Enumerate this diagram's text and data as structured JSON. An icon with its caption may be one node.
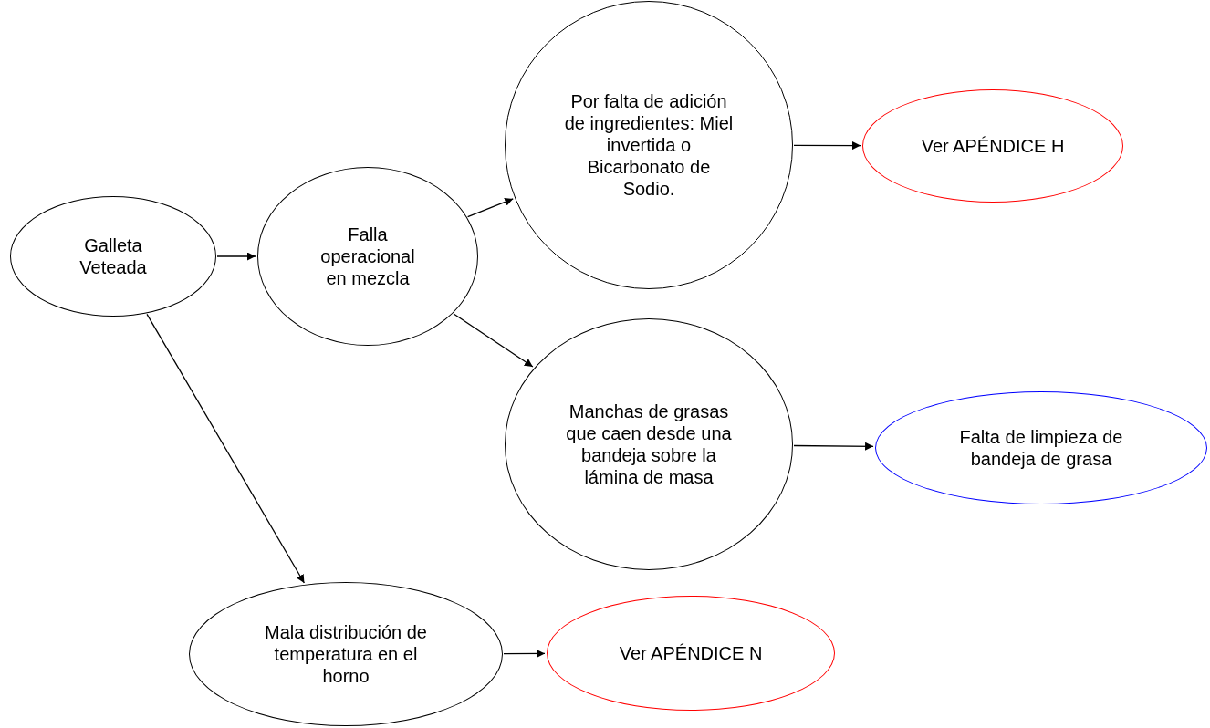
{
  "diagram": {
    "nodes": [
      {
        "text": [
          "Galleta Veteada"
        ]
      },
      {
        "text": [
          "Falla operacional en mezcla"
        ]
      },
      {
        "text": [
          "Por falta de adición de ingredientes: Miel invertida o Bicarbonato de Sodio."
        ]
      },
      {
        "text": [
          "Ver APÉNDICE H"
        ]
      },
      {
        "text": [
          "Manchas de grasas que caen desde una bandeja sobre la lámina de masa"
        ]
      },
      {
        "text": [
          "Falta de limpieza de bandeja de grasa"
        ]
      },
      {
        "text": [
          "Mala distribución de temperatura en el horno"
        ]
      },
      {
        "text": [
          "Ver APÉNDICE N"
        ]
      }
    ],
    "edges": [
      {
        "from": 0,
        "to": 1,
        "arrow": "to"
      },
      {
        "from": 1,
        "to": 2,
        "arrow": "to"
      },
      {
        "from": 2,
        "to": 3,
        "arrow": "to"
      },
      {
        "from": 1,
        "to": 4,
        "arrow": "to"
      },
      {
        "from": 4,
        "to": 5,
        "arrow": "to"
      },
      {
        "from": 0,
        "to": 6,
        "arrow": "to"
      },
      {
        "from": 6,
        "to": 7,
        "arrow": "to"
      }
    ]
  }
}
